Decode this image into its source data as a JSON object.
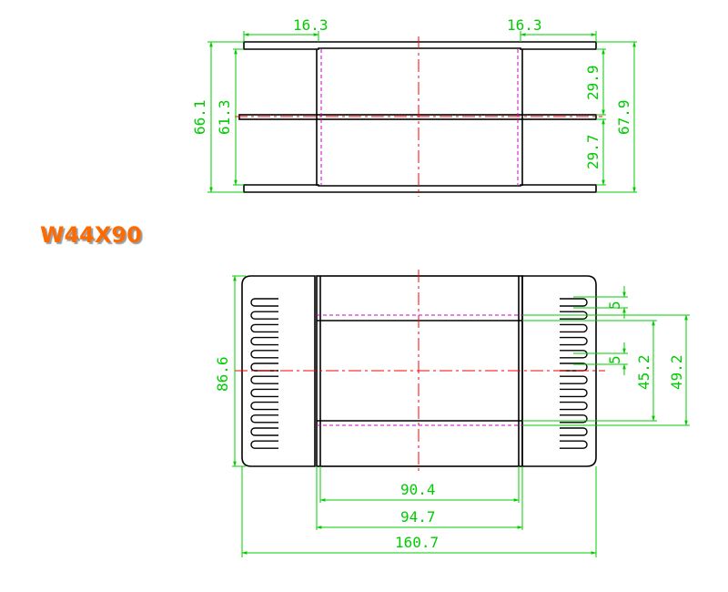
{
  "title": "W44X90",
  "colors": {
    "outline": "#000000",
    "dimension": "#00cc00",
    "centerline": "#ff0000",
    "hidden": "#cc00cc",
    "title": "#ff6a00"
  },
  "top_view": {
    "dims": {
      "left_flange": "16.3",
      "right_flange": "16.3",
      "outer_height_left": "66.1",
      "inner_height_left": "61.3",
      "upper_half_right": "29.9",
      "lower_half_right": "29.7",
      "outer_height_right": "67.9"
    }
  },
  "front_view": {
    "dims": {
      "height": "86.6",
      "slot_top": "5",
      "slot_mid": "5",
      "inner_window": "45.2",
      "outer_window": "49.2",
      "inner_width": "90.4",
      "core_width": "94.7",
      "total_width": "160.7"
    }
  }
}
